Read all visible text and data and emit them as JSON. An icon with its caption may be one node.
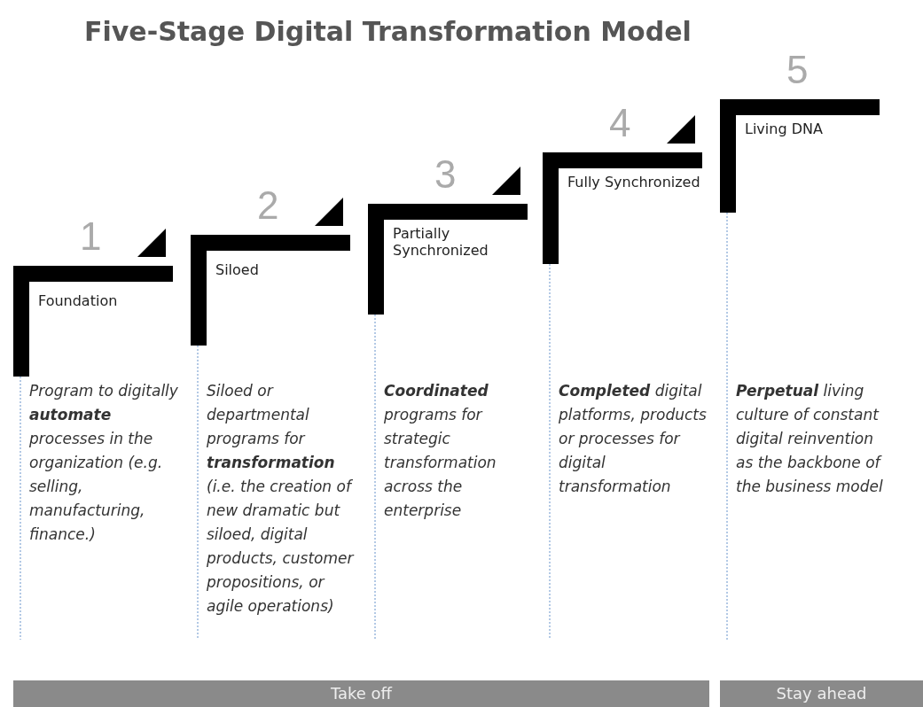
{
  "diagram": {
    "title": "Five-Stage Digital Transformation Model",
    "nodes": [
      {
        "text": [
          "Take off"
        ]
      },
      {
        "text": [
          "Stay ahead"
        ]
      }
    ],
    "labels": [
      "1",
      "Foundation",
      "Program to digitally **automate** processes in the organization (e.g. selling, manufacturing, finance.)",
      "2",
      "Siloed",
      "Siloed or departmental programs for **transformation** (i.e. the creation of new dramatic but siloed, digital products, customer propositions, or agile operations)",
      "3",
      "Partially Synchronized",
      "**Coordinated** programs for strategic transformation across the enterprise",
      "4",
      "Fully Synchronized",
      "**Completed** digital platforms, products or processes for digital transformation",
      "5",
      "Living DNA",
      "**Perpetual** living culture of constant digital reinvention as the backbone of the business model"
    ]
  }
}
